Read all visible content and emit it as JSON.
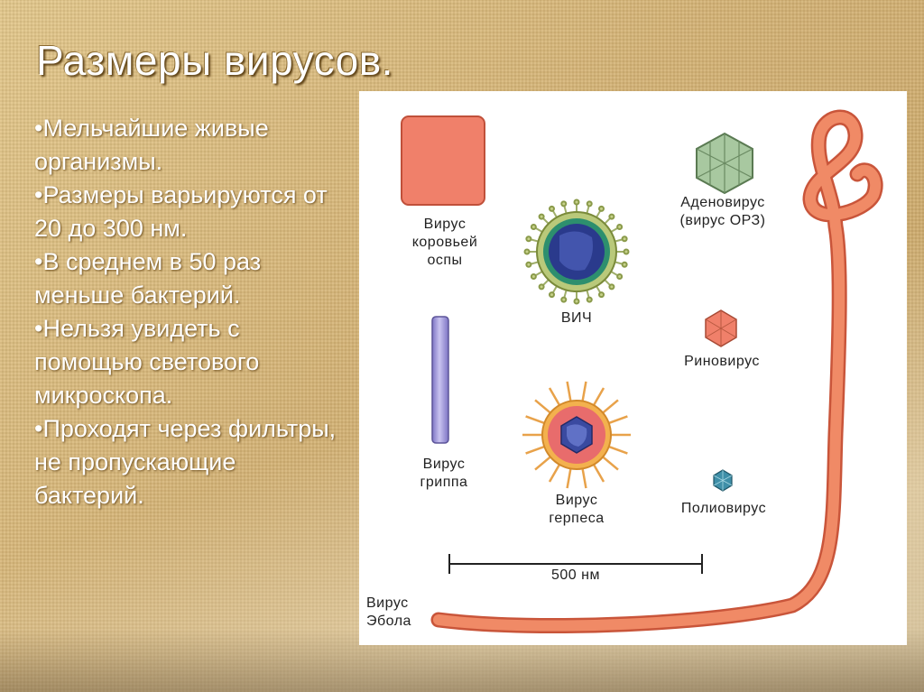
{
  "slide": {
    "title": "Размеры вирусов.",
    "bullets": [
      "•Мельчайшие живые организмы.",
      "•Размеры варьируются от 20 до 300 нм.",
      "•В среднем в 50 раз меньше бактерий.",
      "•Нельзя увидеть с помощью светового микроскопа.",
      "•Проходят через фильтры, не пропускающие бактерий."
    ]
  },
  "diagram": {
    "viruses": {
      "smallpox": "Вирус\nкоровьей\nоспы",
      "hiv": "ВИЧ",
      "adenovirus": "Аденовирус\n(вирус ОРЗ)",
      "rhinovirus": "Риновирус",
      "influenza": "Вирус\nгриппа",
      "herpes": "Вирус\nгерпеса",
      "poliovirus": "Полиовирус",
      "ebola": "Вирус\nЭбола"
    },
    "scale_bar": "500 нм"
  },
  "colors": {
    "ebola": "#f08a66",
    "smallpox": "#f0806a",
    "influenza": "#9b93d6",
    "adenovirus": "#a8c8a0",
    "hiv_core": "#2a3a8c"
  }
}
